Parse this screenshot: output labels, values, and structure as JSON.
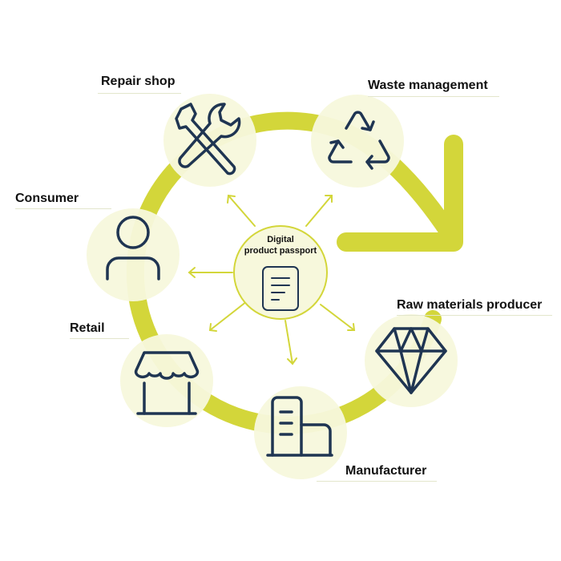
{
  "colors": {
    "ring": "#d3d63a",
    "node_fill": "#f7f8dc",
    "icon_stroke": "#1f3552",
    "arrow": "#d3d63a"
  },
  "center": {
    "title_line1": "Digital",
    "title_line2": "product passport",
    "icon": "document-icon"
  },
  "nodes": [
    {
      "label": "Repair shop",
      "icon": "tools-icon"
    },
    {
      "label": "Waste management",
      "icon": "recycle-icon"
    },
    {
      "label": "Consumer",
      "icon": "person-icon"
    },
    {
      "label": "Retail",
      "icon": "storefront-icon"
    },
    {
      "label": "Manufacturer",
      "icon": "factory-icon"
    },
    {
      "label": "Raw materials producer",
      "icon": "diamond-icon"
    }
  ]
}
